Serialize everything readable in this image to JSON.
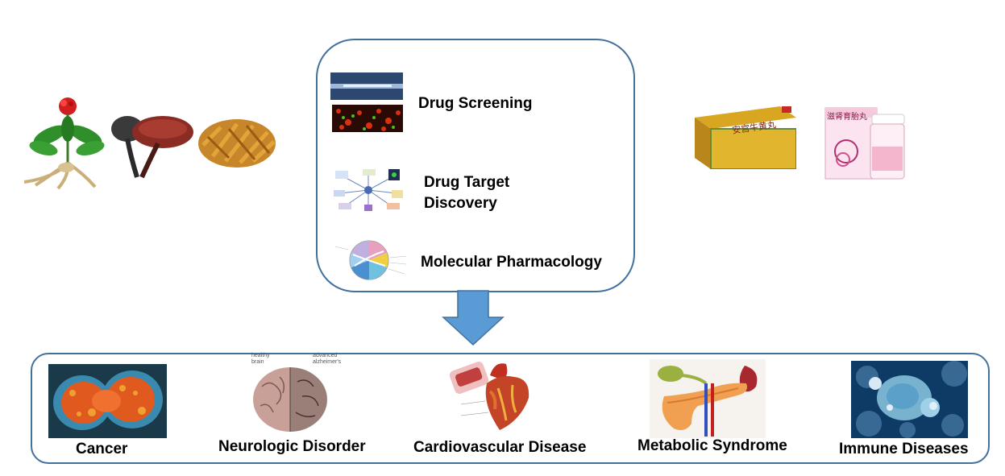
{
  "methods": [
    {
      "label": "Drug Screening"
    },
    {
      "label_line1": "Drug Target",
      "label_line2": "Discovery"
    },
    {
      "label": "Molecular Pharmacology"
    }
  ],
  "diseases": [
    {
      "label": "Cancer"
    },
    {
      "label": "Neurologic Disorder"
    },
    {
      "label": "Cardiovascular Disease"
    },
    {
      "label": "Metabolic Syndrome"
    },
    {
      "label": "Immune Diseases"
    }
  ],
  "images": {
    "herbs": [
      "ginseng-plant",
      "lingzhi-mushroom",
      "dried-root-slices"
    ],
    "products": [
      "angong-niuhuang-wan-box",
      "pill-bottle"
    ],
    "brain_caption_left": "healthy brain",
    "brain_caption_right": "advanced alzheimer's",
    "product_box_text": "安宫牛黄丸",
    "bottle_text": "滋肾育胎丸"
  },
  "colors": {
    "border": "#41719c",
    "arrow": "#5b9bd5"
  }
}
